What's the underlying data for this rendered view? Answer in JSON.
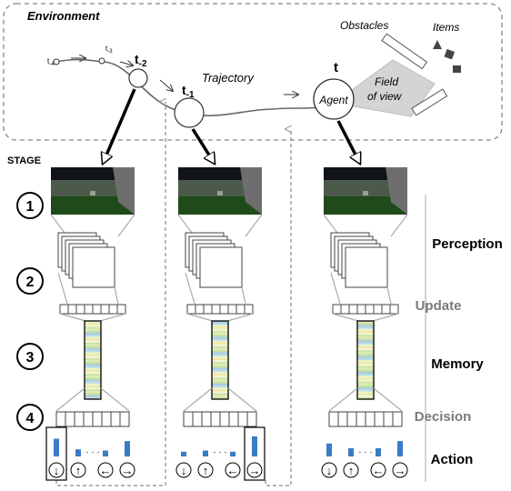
{
  "environment": {
    "title": "Environment",
    "obstacles_label": "Obstacles",
    "items_label": "Items",
    "trajectory_label": "Trajectory",
    "fov_label_line1": "Field",
    "fov_label_line2": "of view",
    "agent_label": "Agent",
    "time_steps": {
      "t4": "t",
      "t4_sub": "-4",
      "t3": "t",
      "t3_sub": "-3",
      "t2": "t",
      "t2_sub": "-2",
      "t1": "t",
      "t1_sub": "-1",
      "t0": "t"
    }
  },
  "stage_header": "STAGE",
  "stages": [
    "1",
    "2",
    "3",
    "4"
  ],
  "side_labels": {
    "perception": "Perception",
    "update": "Update",
    "memory": "Memory",
    "decision": "Decision",
    "action": "Action"
  },
  "action_dots": "· · ·",
  "arrow_glyphs": {
    "down": "↓",
    "up": "↑",
    "left": "←",
    "right": "→"
  },
  "action_bars": {
    "col1": [
      0.75,
      0.3,
      0.25,
      0.65
    ],
    "col2": [
      0.2,
      0.25,
      0.2,
      0.85
    ],
    "col3": [
      0.55,
      0.35,
      0.35,
      0.65
    ]
  },
  "colors": {
    "bar_blue": "#3a7cc8",
    "fov_gray": "#d4d4d4",
    "dash_gray": "#8a8a8a",
    "label_gray": "#7a7a7a"
  }
}
